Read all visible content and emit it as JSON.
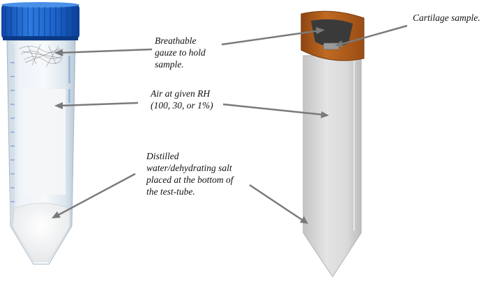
{
  "labels": {
    "gauze": "Breathable\ngauze to hold\nsample.",
    "air": "Air at given RH\n(100, 30, or 1%)",
    "water": "Distilled\nwater/dehydrating salt\nplaced at the bottom of\nthe test-tube.",
    "cartilage": "Cartilage sample."
  },
  "colors": {
    "cap_blue": "#1f63c9",
    "cap_orange": "#b9651f",
    "arrow": "#7a7a7a",
    "salt": "#f3f3f3",
    "cad_tube": "#d9d9d9"
  }
}
